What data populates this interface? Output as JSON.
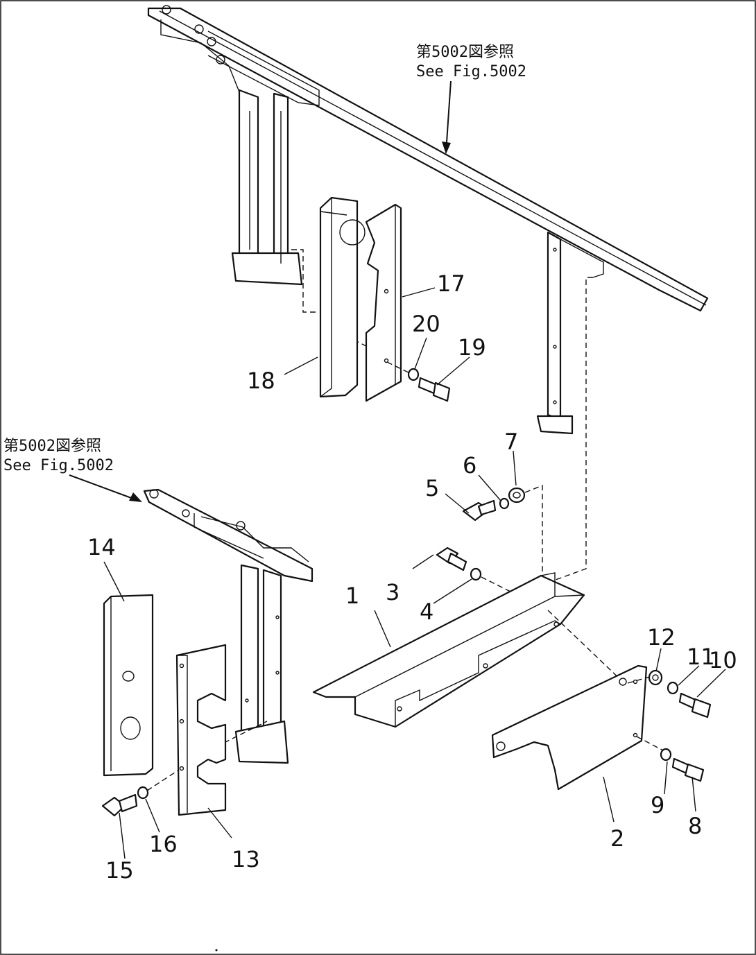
{
  "references": [
    {
      "jp": "第5002図参照",
      "en": "See Fig.5002"
    },
    {
      "jp": "第5002図参照",
      "en": "See Fig.5002"
    }
  ],
  "part_labels": [
    "1",
    "2",
    "3",
    "4",
    "5",
    "6",
    "7",
    "8",
    "9",
    "10",
    "11",
    "12",
    "13",
    "14",
    "15",
    "16",
    "17",
    "18",
    "19",
    "20"
  ]
}
